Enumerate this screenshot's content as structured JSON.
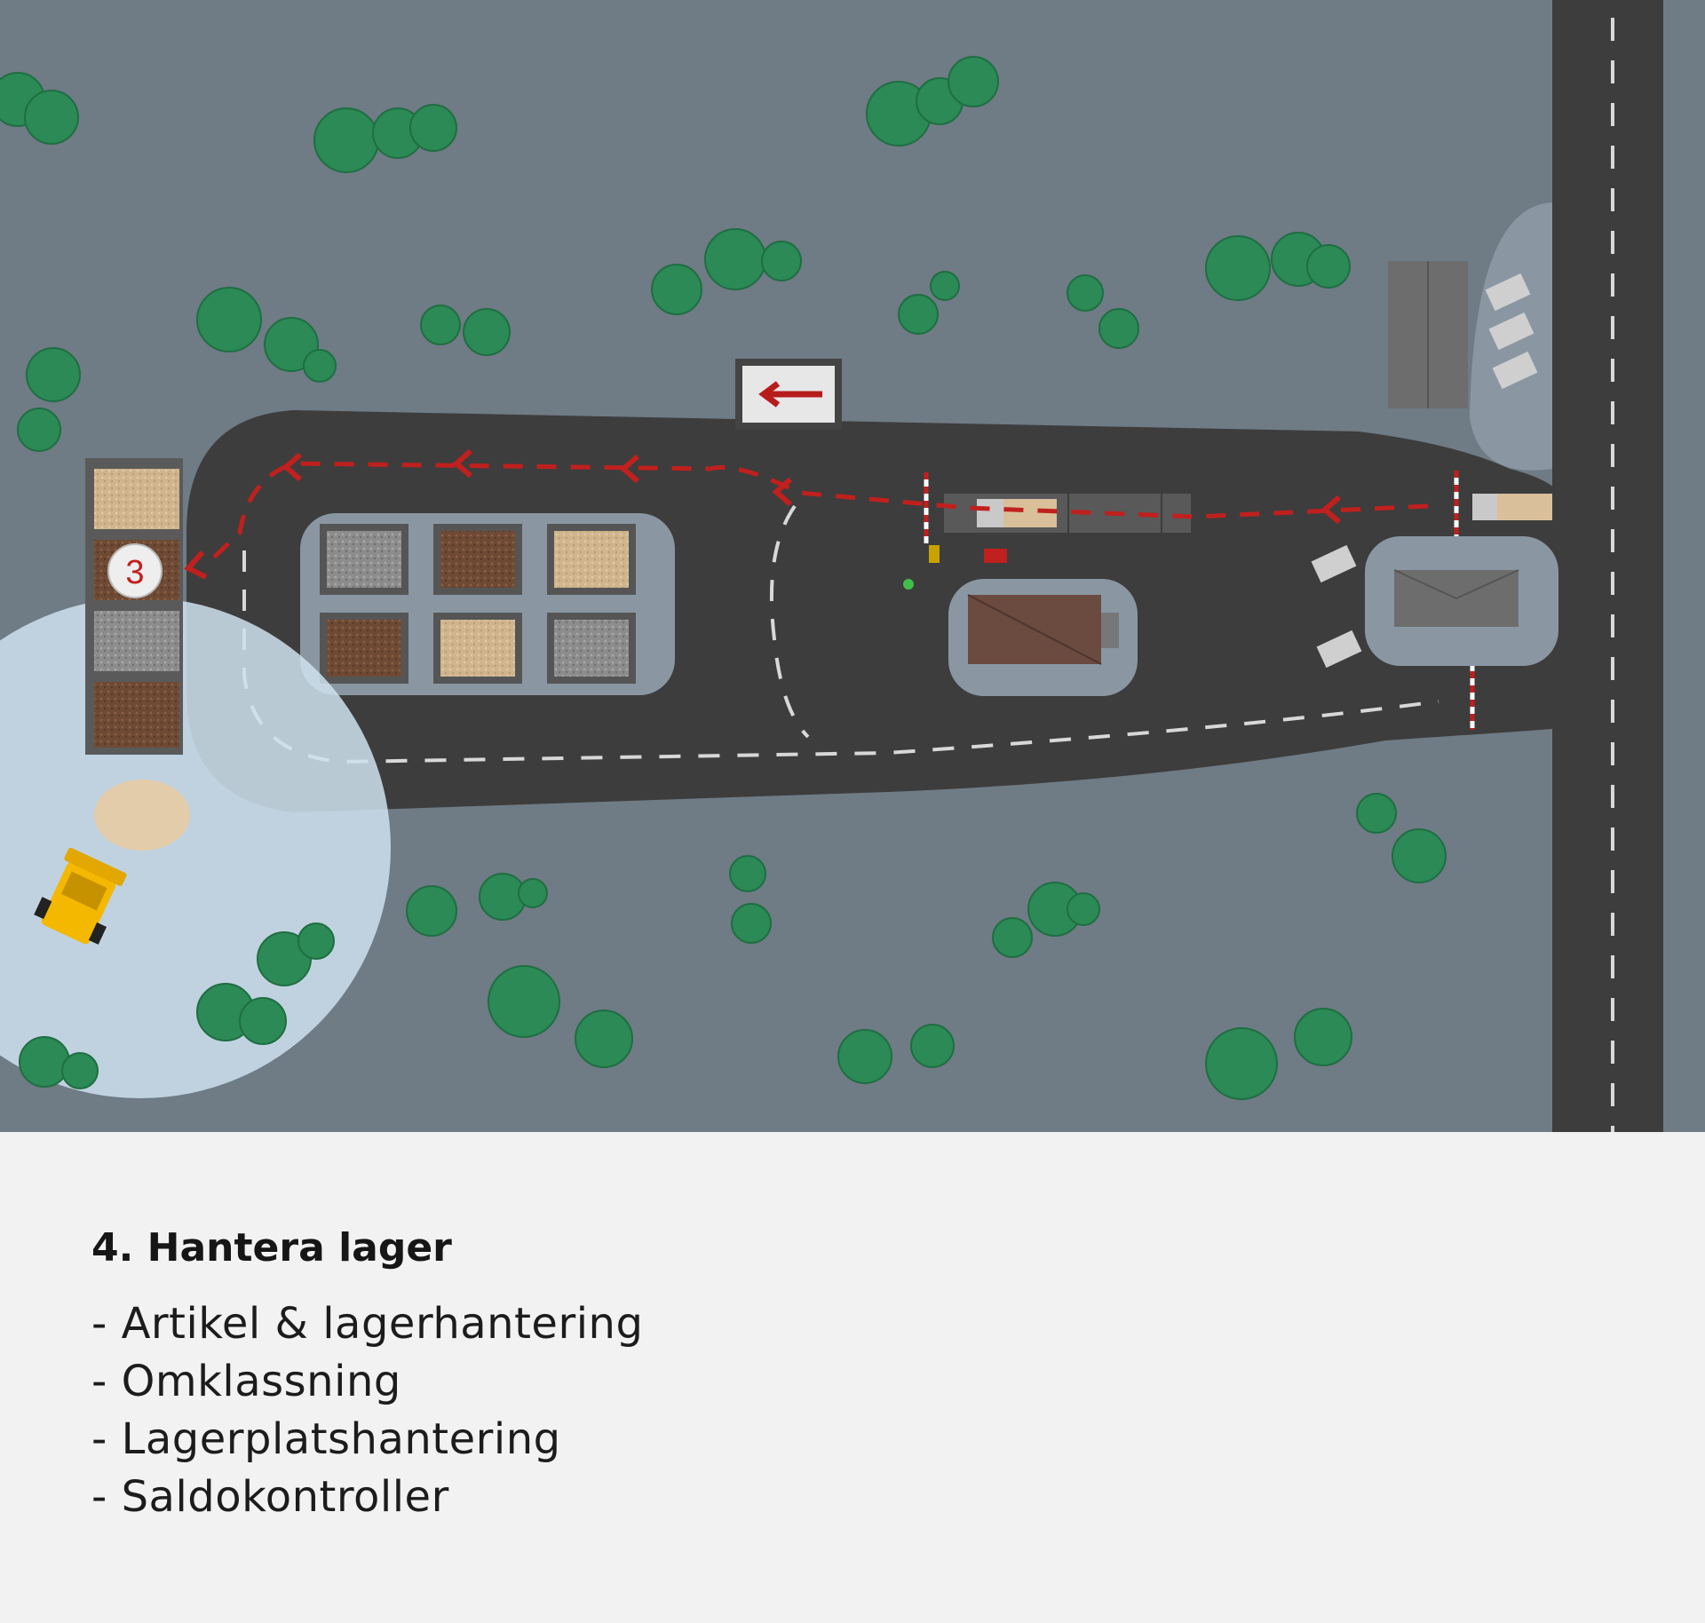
{
  "scene": {
    "stockpile_marker": "3",
    "direction_sign": "arrow-left-icon",
    "colors": {
      "ground": "#6f7b85",
      "road": "#3d3d3d",
      "route": "#c0201e",
      "highlight": "#cfe2ee",
      "loader": "#f5b800",
      "trees": "#2b8a55"
    }
  },
  "caption": {
    "title": "4. Hantera lager",
    "items": [
      "- Artikel & lagerhantering",
      "- Omklassning",
      "- Lagerplatshantering",
      "- Saldokontroller"
    ]
  }
}
